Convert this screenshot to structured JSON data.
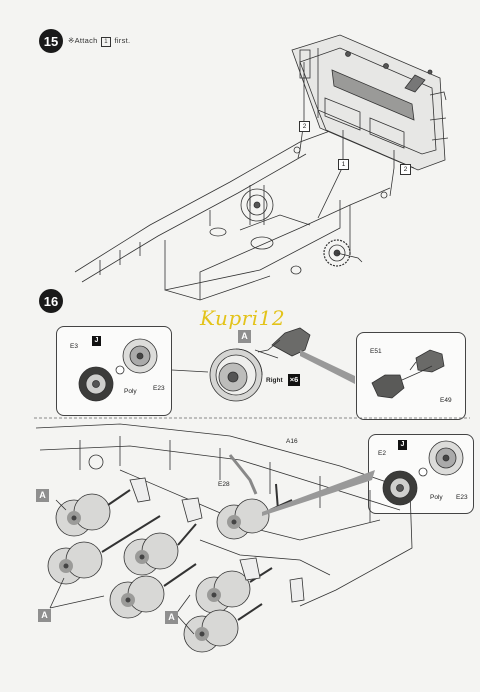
{
  "step15": {
    "number": "15",
    "note": {
      "prefix": "※Attach",
      "part": "1",
      "suffix": "first."
    },
    "markers": [
      "2",
      "1",
      "2"
    ]
  },
  "step16": {
    "number": "16",
    "watermark": "Kupri12",
    "callout_left": {
      "labels": [
        "E3",
        "J",
        "Poly",
        "E23"
      ]
    },
    "assembly": {
      "tag": "A",
      "side_label": "Right",
      "quantity": "×6"
    },
    "callout_right": {
      "labels": [
        "E51",
        "E49"
      ]
    },
    "lower": {
      "labels": [
        "E28",
        "A16"
      ],
      "tags": [
        "A",
        "A",
        "A"
      ]
    },
    "callout_lower": {
      "labels": [
        "J",
        "E2",
        "Poly",
        "E23"
      ]
    }
  }
}
